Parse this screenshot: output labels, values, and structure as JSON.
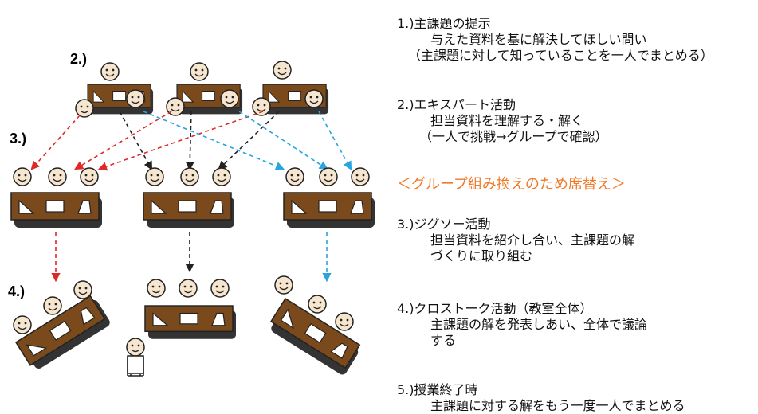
{
  "step_labels": {
    "s2": "2.)",
    "s3": "3.)",
    "s4": "4.)"
  },
  "colors": {
    "red_arrow": "#e02828",
    "black_arrow": "#222222",
    "blue_arrow": "#2aa3e0",
    "desk_brown": "#7a4a1d",
    "highlight": "#f07a28",
    "face_fill": "#f7e6cf"
  },
  "sections": [
    {
      "title": "1.)主課題の提示",
      "lines": [
        "与えた資料を基に解決してほしい問い"
      ],
      "paren": "（主課題に対して知っていることを一人でまとめる）"
    },
    {
      "title": "2.)エキスパート活動",
      "lines": [
        "担当資料を理解する・解く",
        "（一人で挑戦→グループで確認）"
      ]
    },
    {
      "title": "3.)ジグソー活動",
      "lines": [
        "担当資料を紹介し合い、主課題の解",
        "づくりに取り組む"
      ]
    },
    {
      "title": "4.)クロストーク活動（教室全体）",
      "lines": [
        "主課題の解を発表しあい、全体で議論",
        "する"
      ]
    },
    {
      "title": "5.)授業終了時",
      "lines": [
        "主課題に対する解をもう一度一人でまとめる"
      ]
    }
  ],
  "highlight_text": "＜グループ組み換えのため席替え＞"
}
